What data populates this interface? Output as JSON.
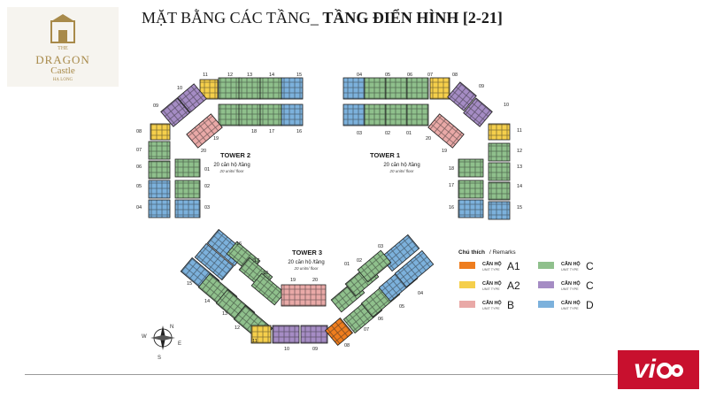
{
  "logo": {
    "the": "THE",
    "name1": "DRAGON",
    "name2": "Castle",
    "place": "HẠ LONG"
  },
  "title": {
    "prefix": "MẶT BẰNG CÁC TẦNG_",
    "emphasis": "TẦNG ĐIỂN HÌNH [2-21]"
  },
  "towers": [
    {
      "name": "TOWER 1",
      "units_vi": "20 căn hộ /tầng",
      "units_en": "20 units/ floor"
    },
    {
      "name": "TOWER 2",
      "units_vi": "20 căn hộ /tầng",
      "units_en": "20 units/ floor"
    },
    {
      "name": "TOWER 3",
      "units_vi": "20 căn hộ /tầng",
      "units_en": "20 units/ floor"
    }
  ],
  "legend": {
    "title": "Chú thích",
    "title_en": "/ Remarks",
    "items": [
      {
        "vi": "CĂN HỘ",
        "en": "UNIT TYPE",
        "type": "A1",
        "color": "#ee7d1e"
      },
      {
        "vi": "CĂN HỘ",
        "en": "UNIT TYPE",
        "type": "A2",
        "color": "#f5cf4b"
      },
      {
        "vi": "CĂN HỘ",
        "en": "UNIT TYPE",
        "type": "B",
        "color": "#e9a9a7"
      },
      {
        "vi": "CĂN HỘ",
        "en": "UNIT TYPE",
        "type": "C",
        "color": "#8fc08c"
      },
      {
        "vi": "CĂN HỘ",
        "en": "UNIT TYPE",
        "type": "C",
        "color": "#a58cc4"
      },
      {
        "vi": "CĂN HỘ",
        "en": "UNIT TYPE",
        "type": "D",
        "color": "#7cb1dc"
      }
    ]
  },
  "tower2_units": [
    "01",
    "02",
    "03",
    "04",
    "05",
    "06",
    "07",
    "08",
    "09",
    "10",
    "11",
    "12",
    "13",
    "14",
    "15",
    "16",
    "17",
    "18",
    "19",
    "20"
  ],
  "tower1_units": [
    "01",
    "02",
    "03",
    "04",
    "05",
    "06",
    "07",
    "08",
    "09",
    "10",
    "11",
    "12",
    "13",
    "14",
    "15",
    "16",
    "17",
    "18",
    "19",
    "20"
  ],
  "tower3_units": [
    "01",
    "02",
    "03",
    "04",
    "05",
    "06",
    "07",
    "08",
    "09",
    "10",
    "11",
    "12",
    "13",
    "14",
    "15",
    "16",
    "17",
    "18",
    "19",
    "20"
  ],
  "compass": {
    "n": "N",
    "e": "E",
    "s": "S",
    "w": "W"
  },
  "brand": "vi"
}
